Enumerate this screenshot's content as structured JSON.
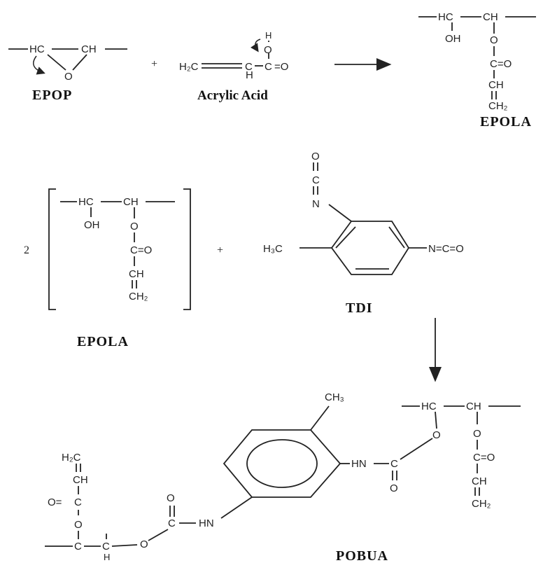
{
  "labels": {
    "epop": "EPOP",
    "acrylic_acid": "Acrylic Acid",
    "epola_product": "EPOLA",
    "epola_reactant": "EPOLA",
    "tdi": "TDI",
    "pobua": "POBUA"
  },
  "atoms": {
    "hc": "HC",
    "ch": "CH",
    "o": "O",
    "oh": "OH",
    "h": "H",
    "c": "C",
    "eq_o": "=O",
    "c_eq_o": "C=O",
    "c_dot": "C",
    "h2c": "H₂C",
    "h2c_alt": "H₂C",
    "ch2": "CH₂",
    "h3c": "H₃C",
    "ch3": "CH₃",
    "n": "N",
    "nco": "N=C=O",
    "hn": "HN",
    "c_upper": "C",
    "o_eq": "O=",
    "plus": "+"
  },
  "stoich": {
    "coefficient": "2"
  },
  "colors": {
    "ink": "#222222",
    "background": "#ffffff"
  }
}
